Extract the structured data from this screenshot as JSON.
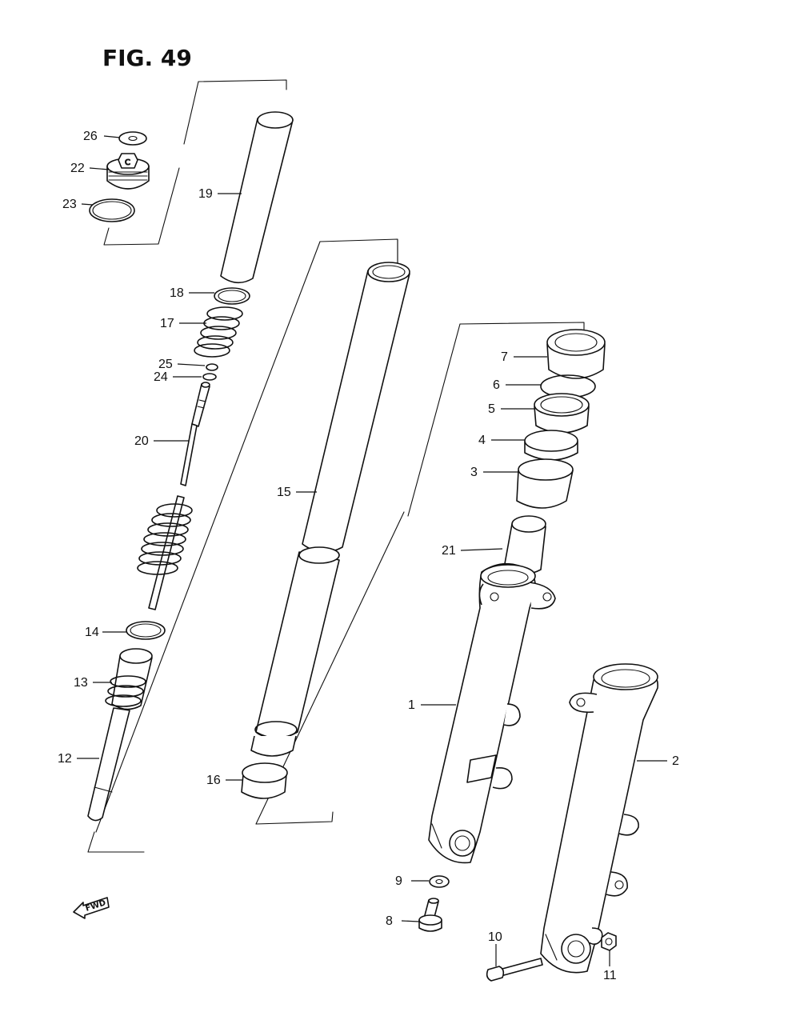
{
  "figure": {
    "title": "FIG. 49",
    "fwd_label": "FWD"
  },
  "callouts": [
    {
      "id": "1",
      "label": "1"
    },
    {
      "id": "2",
      "label": "2"
    },
    {
      "id": "3",
      "label": "3"
    },
    {
      "id": "4",
      "label": "4"
    },
    {
      "id": "5",
      "label": "5"
    },
    {
      "id": "6",
      "label": "6"
    },
    {
      "id": "7",
      "label": "7"
    },
    {
      "id": "8",
      "label": "8"
    },
    {
      "id": "9",
      "label": "9"
    },
    {
      "id": "10",
      "label": "10"
    },
    {
      "id": "11",
      "label": "11"
    },
    {
      "id": "12",
      "label": "12"
    },
    {
      "id": "13",
      "label": "13"
    },
    {
      "id": "14",
      "label": "14"
    },
    {
      "id": "15",
      "label": "15"
    },
    {
      "id": "16",
      "label": "16"
    },
    {
      "id": "17",
      "label": "17"
    },
    {
      "id": "18",
      "label": "18"
    },
    {
      "id": "19",
      "label": "19"
    },
    {
      "id": "20",
      "label": "20"
    },
    {
      "id": "21",
      "label": "21"
    },
    {
      "id": "22",
      "label": "22"
    },
    {
      "id": "23",
      "label": "23"
    },
    {
      "id": "24",
      "label": "24"
    },
    {
      "id": "25",
      "label": "25"
    },
    {
      "id": "26",
      "label": "26"
    }
  ],
  "colors": {
    "ink": "#111111",
    "paper": "#ffffff"
  }
}
